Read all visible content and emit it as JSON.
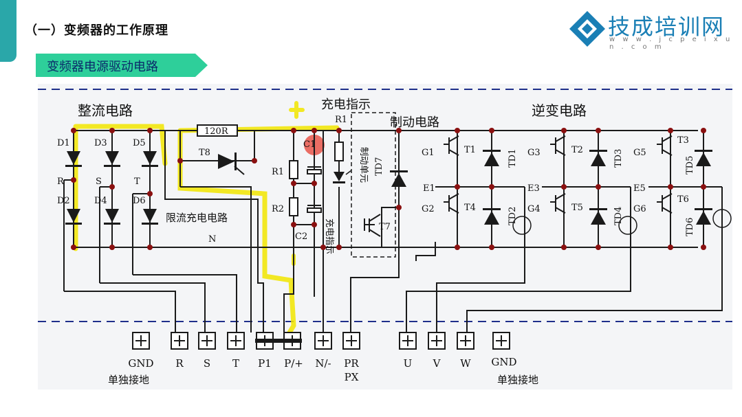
{
  "header": {
    "title": "（一）变频器的工作原理",
    "section_label": "变频器电源驱动电路",
    "logo_name": "技成培训网",
    "logo_url": "w w w . j c p e i x u n . c o m"
  },
  "colors": {
    "accent_teal": "#2aa7a9",
    "banner_green": "#2ecf9a",
    "logo_blue": "#1a7fb5",
    "wire": "#1a1a1a",
    "dashed_border": "#1f2f8a",
    "highlight": "#f2e600",
    "node": "#8a1010",
    "annotation_red": "#e8554a"
  },
  "diagram": {
    "rectifier_title": "整流电路",
    "charge_indicator_title": "充电指示",
    "brake_title": "制动电路",
    "inverter_title": "逆变电路",
    "inrush_limit_label": "限流充电电路",
    "brake_unit_label": "制动单元",
    "charge_indicator_vertical": "充电指示",
    "n_bus_label": "N",
    "resistor_120r": "120R",
    "labels": {
      "D1": "D1",
      "D2": "D2",
      "D3": "D3",
      "D4": "D4",
      "D5": "D5",
      "D6": "D6",
      "R": "R",
      "S": "S",
      "T": "T",
      "T8": "T8",
      "R1a": "R1",
      "R1b": "R1",
      "R2": "R2",
      "C1": "C1",
      "C2": "C2",
      "TD7": "TD7",
      "T7": "T7",
      "G1": "G1",
      "G2": "G2",
      "G3": "G3",
      "G4": "G4",
      "G5": "G5",
      "G6": "G6",
      "E1": "E1",
      "E3": "E3",
      "E5": "E5",
      "T1": "T1",
      "T2": "T2",
      "T3": "T3",
      "T4": "T4",
      "T5": "T5",
      "T6": "T6",
      "TD1": "TD1",
      "TD2": "TD2",
      "TD3": "TD3",
      "TD4": "TD4",
      "TD5": "TD5",
      "TD6": "TD6"
    },
    "terminals": [
      "GND",
      "R",
      "S",
      "T",
      "P1",
      "P/+",
      "N/-",
      "PR",
      "U",
      "V",
      "W",
      "GND"
    ],
    "terminal_px": "PX",
    "ground_left": "单独接地",
    "ground_right": "单独接地"
  }
}
